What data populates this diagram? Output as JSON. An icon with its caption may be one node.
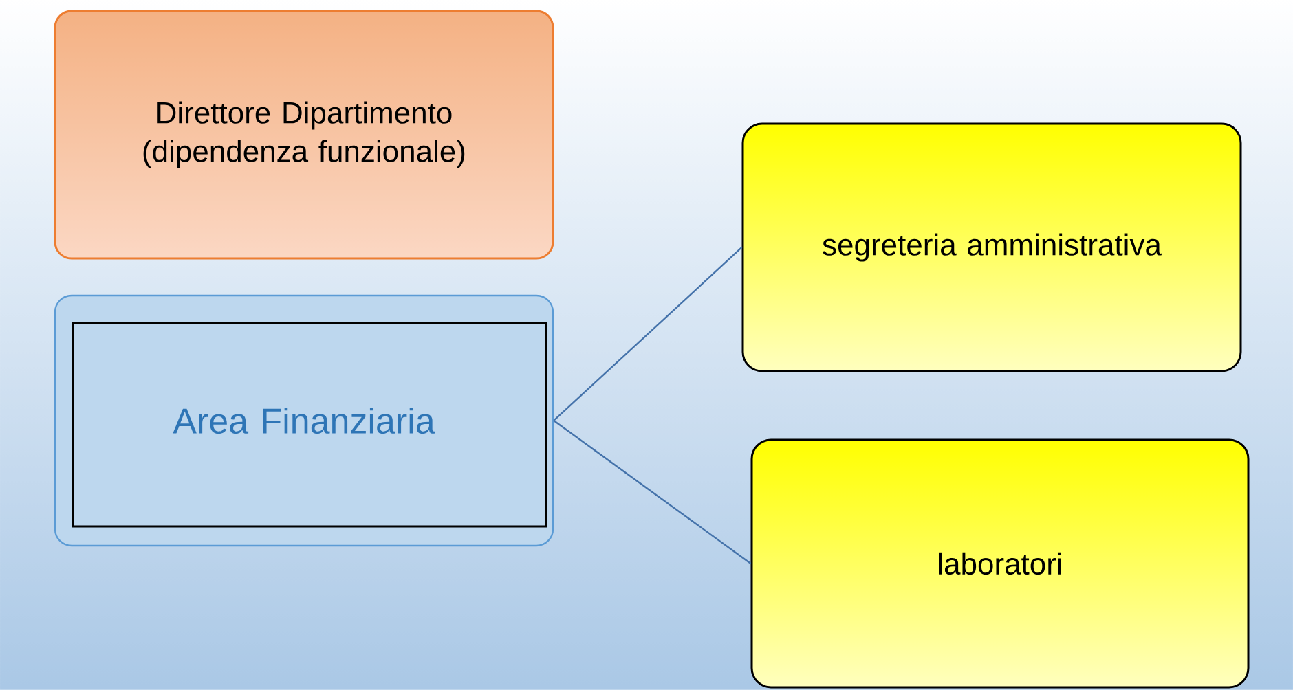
{
  "diagram": {
    "nodes": [
      {
        "text": [
          "Direttore Dipartimento (dipendenza funzionale)"
        ]
      },
      {
        "text": [
          "Area Finanziaria"
        ]
      },
      {
        "text": [
          "segreteria amministrativa"
        ]
      },
      {
        "text": [
          "laboratori"
        ]
      }
    ],
    "edges": [
      {
        "from": 1,
        "to": 2,
        "arrow": "none"
      },
      {
        "from": 1,
        "to": 3,
        "arrow": "none"
      }
    ]
  }
}
